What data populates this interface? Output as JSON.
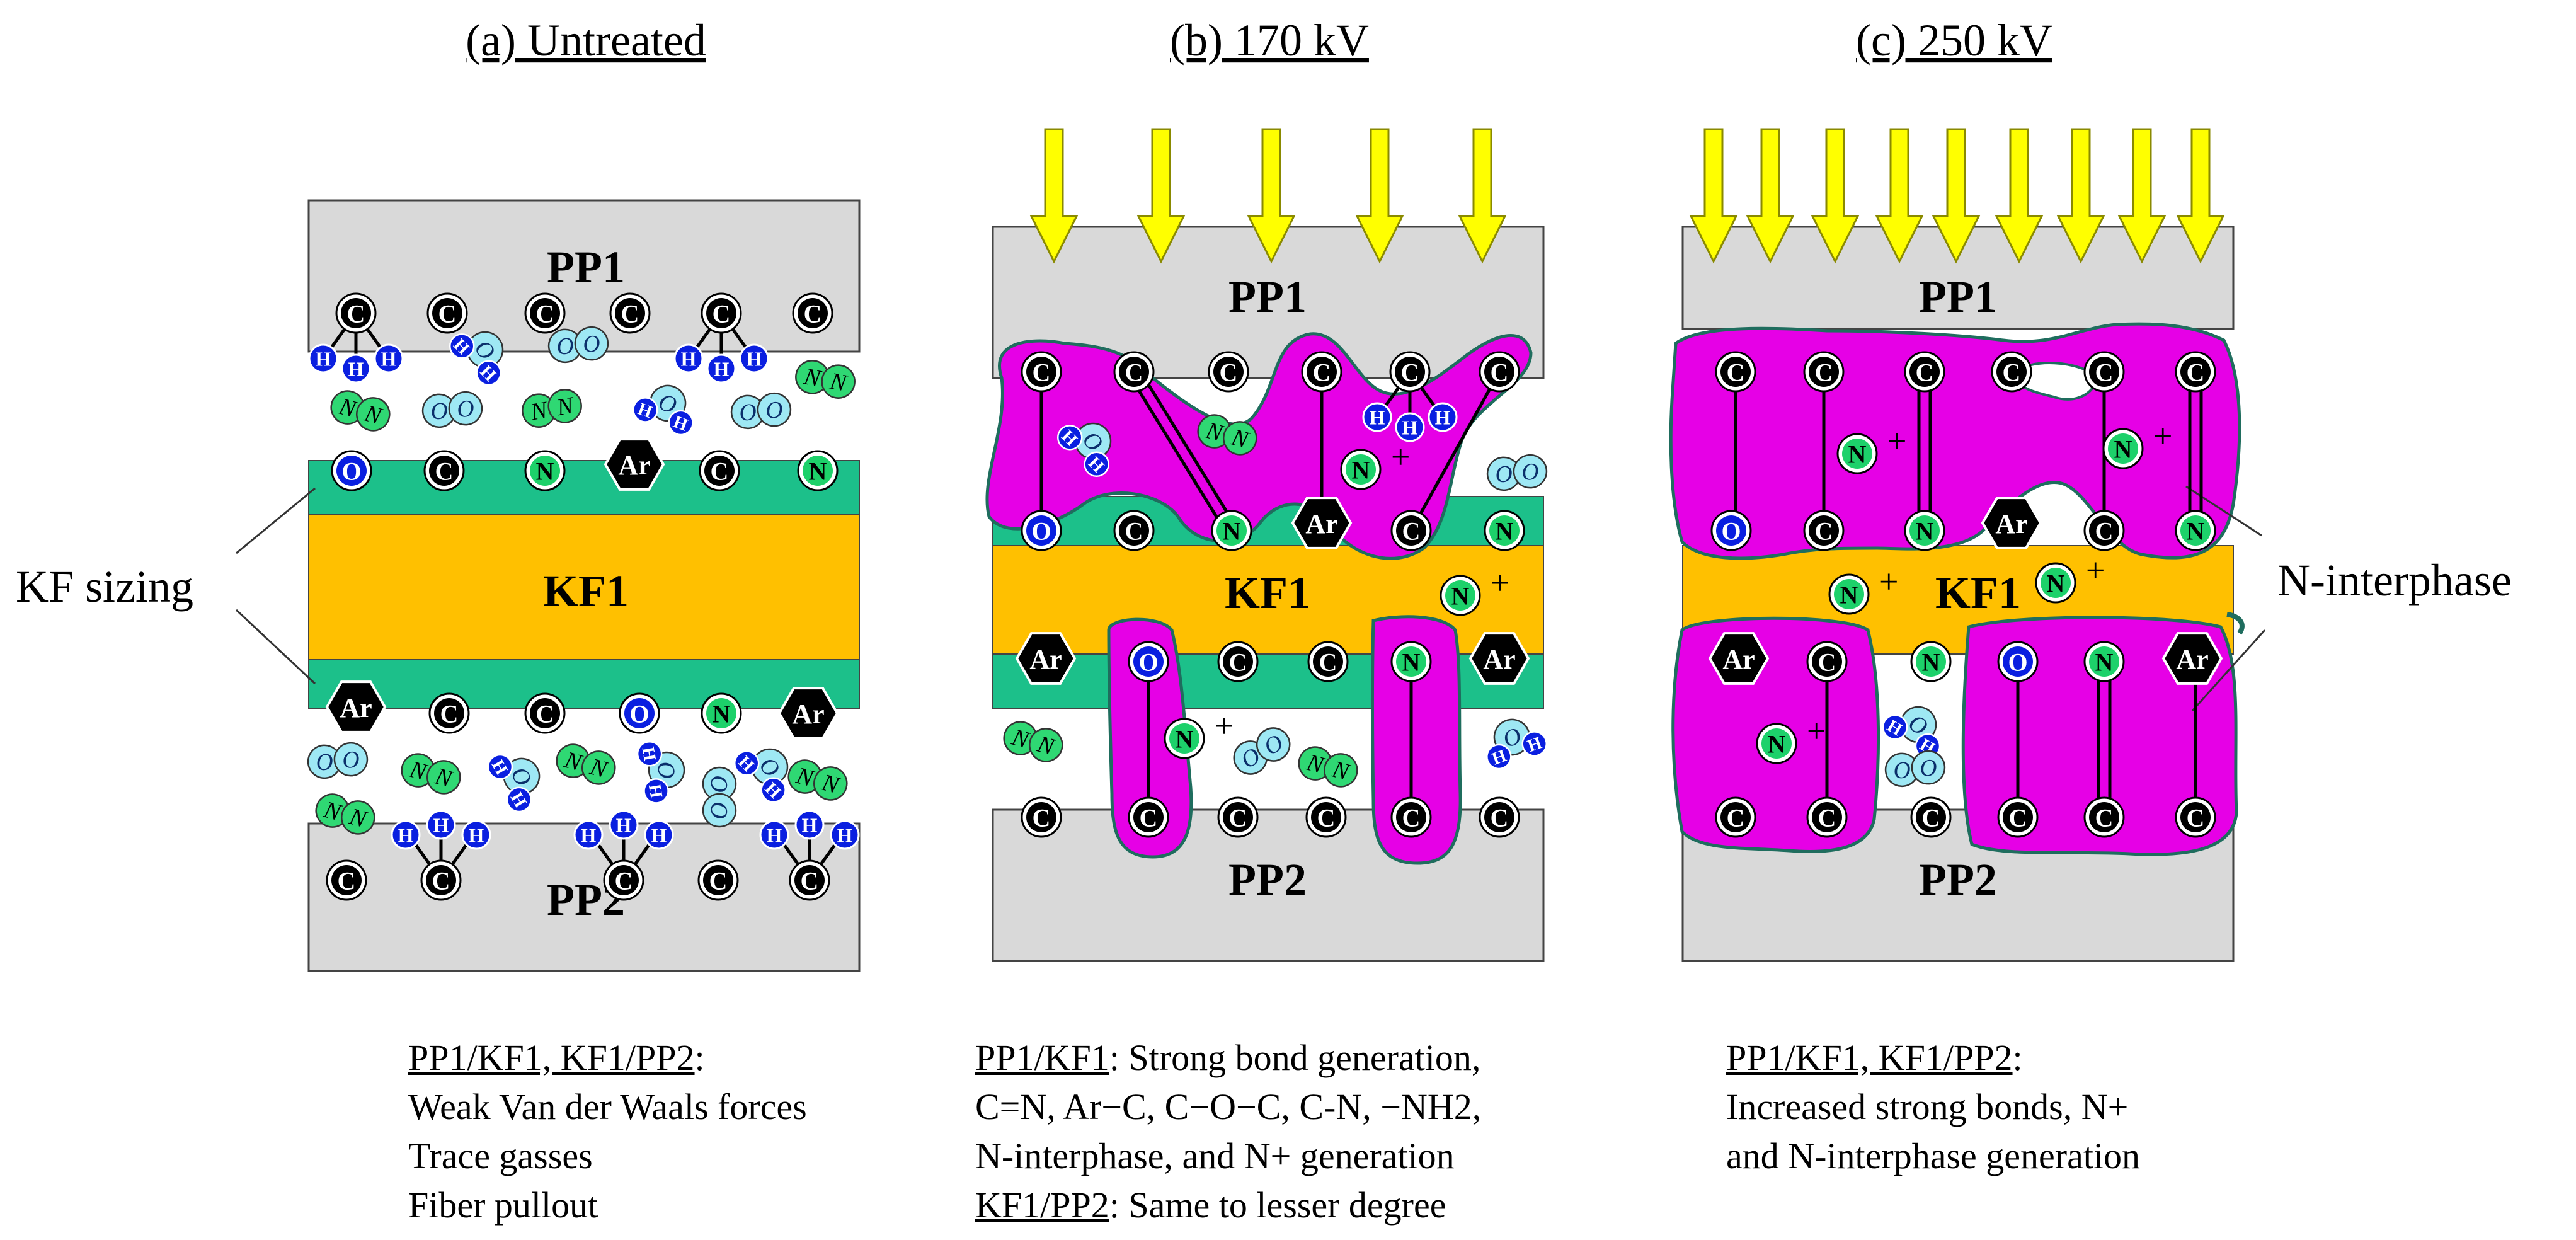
{
  "panels": [
    {
      "title": "(a) Untreated",
      "top": "PP1",
      "middle": "KF1",
      "bottom": "PP2"
    },
    {
      "title": "(b) 170 kV",
      "top": "PP1",
      "middle": "KF1",
      "bottom": "PP2"
    },
    {
      "title": "(c) 250 kV",
      "top": "PP1",
      "middle": "KF1",
      "bottom": "PP2"
    }
  ],
  "callouts": {
    "left": "KF sizing",
    "right": "N-interphase"
  },
  "atoms": {
    "carbon": "C",
    "oxygen": "O",
    "nitrogen": "N",
    "argon": "Ar",
    "hydrogen": "H",
    "n_plus": "+"
  },
  "captions": {
    "a": {
      "l1_u": "PP1/KF1, KF1/PP2",
      "l1_rest": ":",
      "l2": "Weak Van der Waals forces",
      "l3": "Trace gasses",
      "l4": "Fiber pullout"
    },
    "b": {
      "l1_u": "PP1/KF1",
      "l1_rest": ": Strong bond generation,",
      "l2": "C=N,  Ar−C,  C−O−C, C-N, −NH2,",
      "l3": "N-interphase, and N+ generation",
      "l4_u": "KF1/PP2",
      "l4_rest": ": Same to lesser degree"
    },
    "c": {
      "l1_u": "PP1/KF1, KF1/PP2",
      "l1_rest": ":",
      "l2": "Increased strong bonds, N+",
      "l3": "and N-interphase generation"
    }
  },
  "colors": {
    "polymer": "#d9d9d9",
    "fiber": "#ffc000",
    "sizing": "#1cc08a",
    "interphase": "#e600e6",
    "interphase_edge": "#1f6d5e",
    "arrow": "#ffff00",
    "carbon": "#000000",
    "oxygen": "#0a1fe0",
    "nitrogen": "#1dd16a",
    "hydrogen": "#0a1fe0",
    "o2": "#9ee8f4",
    "n2": "#2fd873"
  }
}
